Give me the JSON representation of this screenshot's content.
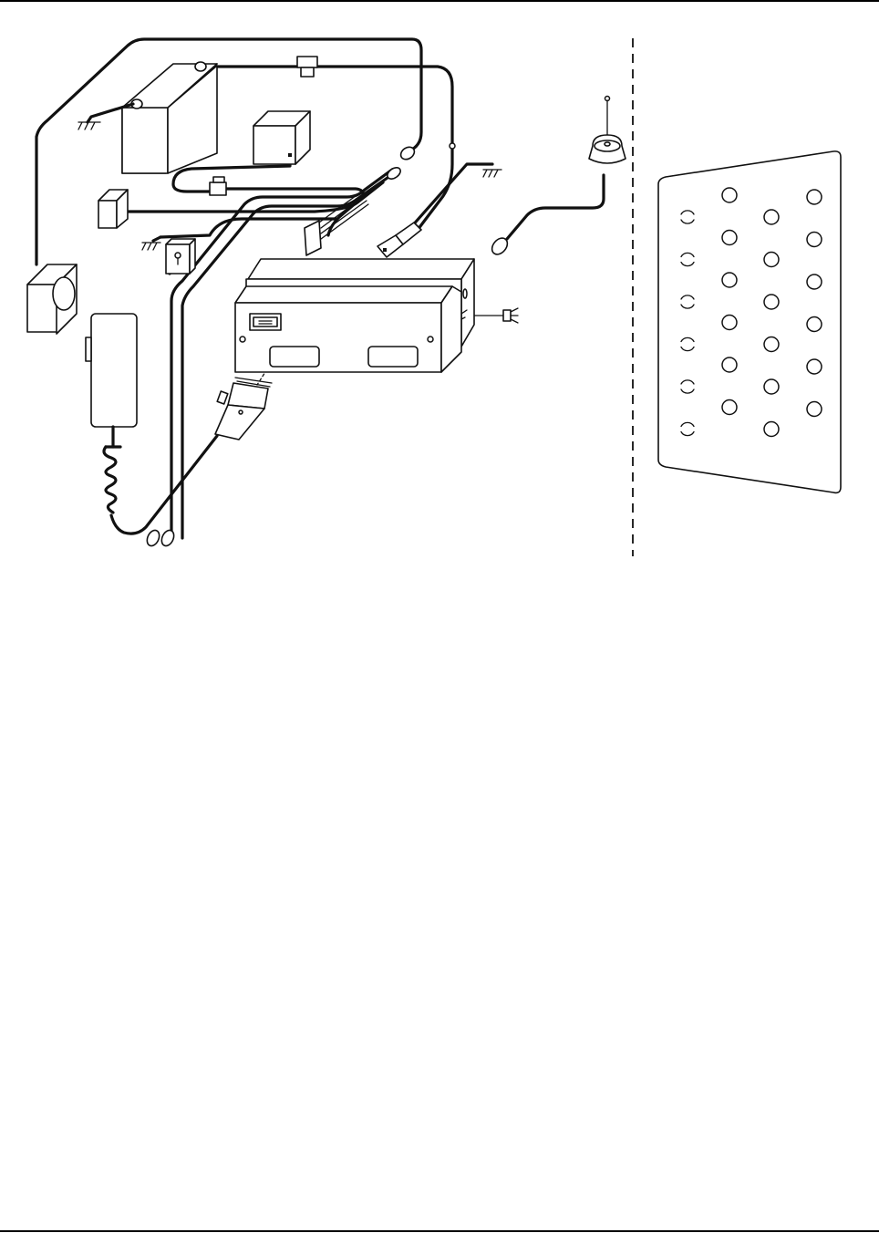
{
  "page": {
    "header_rule": true,
    "footer_rule": true
  },
  "diagram": {
    "parts": [
      "battery",
      "battery-ground",
      "fuse-holder",
      "relay-box",
      "inline-fuse",
      "ignition-switch",
      "ground-connector",
      "speaker",
      "handset",
      "transceiver-unit",
      "power-cable-plug",
      "accessory-connector",
      "mounting-screw",
      "antenna",
      "antenna-cable-plug",
      "rca-plugs",
      "accessory-cable-plug"
    ],
    "connector_face": {
      "pin_rows": 6,
      "pin_columns": 4,
      "pin_count": 24,
      "unused_pins": [
        1,
        5,
        9,
        13,
        17,
        21
      ],
      "dashed_separator": true
    }
  }
}
